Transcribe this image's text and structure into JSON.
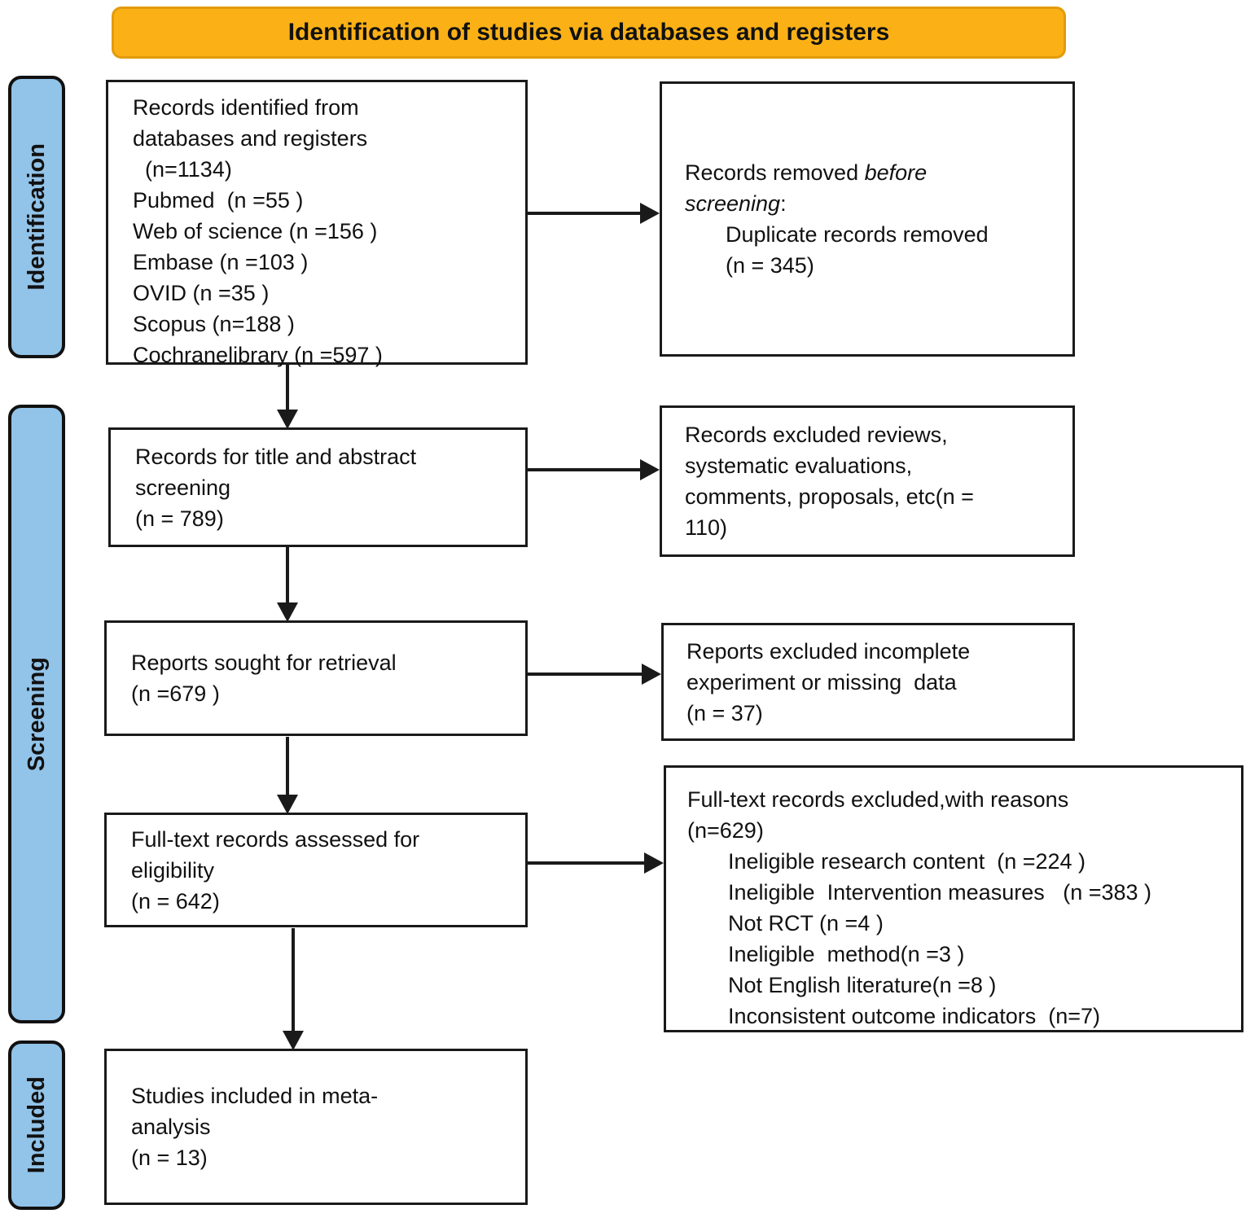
{
  "banner": {
    "title": "Identification of studies via databases and registers"
  },
  "colors": {
    "banner_fill": "#FBB116",
    "banner_border": "#E29B0A",
    "stage_fill": "#92C3E8",
    "box_border": "#1a1a1a",
    "text": "#111111"
  },
  "stages": {
    "identification": "Identification",
    "screening": "Screening",
    "included": "Included"
  },
  "boxes": {
    "identified": {
      "lines": [
        "Records identified from",
        "databases and registers",
        "  (n=1134)",
        "Pubmed  (n =55 )",
        "Web of science (n =156 )",
        "Embase (n =103 )",
        "OVID (n =35 )",
        "Scopus (n=188 )",
        "Cochranelibrary (n =597 )"
      ]
    },
    "removed_before_screening": {
      "line1_normal": "Records removed ",
      "line1_italic": "before",
      "line2_italic": "screening",
      "line2_normal": ":",
      "detail_line1": "Duplicate records removed",
      "detail_line2": "(n = 345)"
    },
    "title_abstract": {
      "lines": [
        "Records for title and abstract",
        "screening",
        "(n = 789)"
      ]
    },
    "excluded_reviews": {
      "lines": [
        "Records excluded reviews,",
        "systematic evaluations,",
        "comments, proposals, etc(n =",
        "110)"
      ]
    },
    "retrieval": {
      "lines": [
        "Reports sought for retrieval",
        "(n =679 )"
      ]
    },
    "excluded_reports": {
      "lines": [
        "Reports excluded incomplete",
        "experiment or missing  data",
        "(n = 37)"
      ]
    },
    "fulltext_assessed": {
      "lines": [
        "Full-text records assessed for",
        "eligibility",
        "(n = 642)"
      ]
    },
    "fulltext_excluded": {
      "lines": [
        "Full-text records excluded,with reasons",
        "(n=629)"
      ],
      "reasons": [
        "Ineligible research content  (n =224 )",
        "Ineligible  Intervention measures   (n =383 )",
        "Not RCT (n =4 )",
        "Ineligible  method(n =3 )",
        "Not English literature(n =8 )",
        "Inconsistent outcome indicators  (n=7)"
      ]
    },
    "included_meta": {
      "lines": [
        "Studies included in meta-",
        "analysis",
        "(n = 13)"
      ]
    }
  }
}
